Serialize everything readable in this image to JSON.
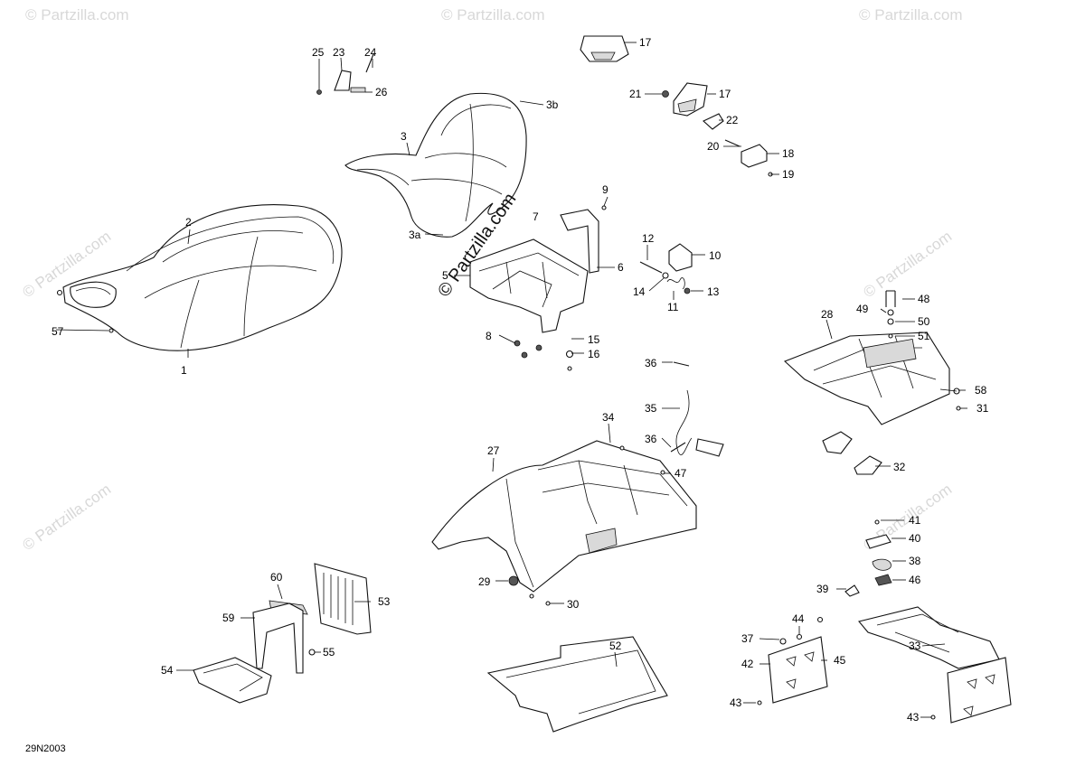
{
  "diagram": {
    "watermark_text": "© Partzilla.com",
    "diagram_code": "29N2003",
    "callouts": [
      "1",
      "2",
      "3",
      "3a",
      "3b",
      "5",
      "6",
      "7",
      "8",
      "9",
      "10",
      "11",
      "12",
      "13",
      "14",
      "15",
      "16",
      "17",
      "17",
      "18",
      "19",
      "20",
      "21",
      "22",
      "23",
      "24",
      "25",
      "26",
      "27",
      "28",
      "29",
      "30",
      "31",
      "32",
      "33",
      "34",
      "35",
      "36",
      "36",
      "37",
      "38",
      "39",
      "40",
      "41",
      "42",
      "43",
      "43",
      "44",
      "45",
      "46",
      "47",
      "48",
      "49",
      "50",
      "51",
      "52",
      "53",
      "54",
      "55",
      "57",
      "58",
      "59",
      "60"
    ]
  }
}
